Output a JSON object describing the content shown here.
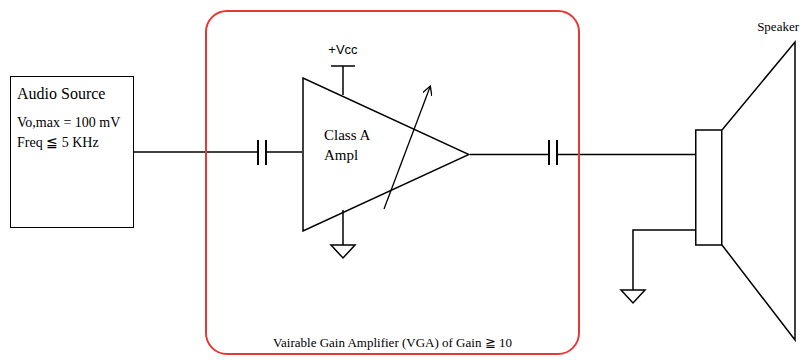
{
  "diagram": {
    "nodes": [
      {
        "text": [
          "Audio Source",
          "Vo,max = 100 mV",
          "Freq ≦ 5 KHz"
        ]
      },
      {
        "text": [
          "Vairable Gain Amplifier (VGA) of Gain ≧ 10"
        ]
      },
      {
        "text": [
          "Class A Ampl"
        ],
        "in": 1
      },
      {
        "text": [
          "Speaker"
        ]
      }
    ],
    "edges": [
      {
        "from": 0,
        "to": 2,
        "arrow": "none"
      },
      {
        "from": 2,
        "to": 3,
        "arrow": "none"
      }
    ],
    "labels": [
      "+Vcc"
    ]
  }
}
